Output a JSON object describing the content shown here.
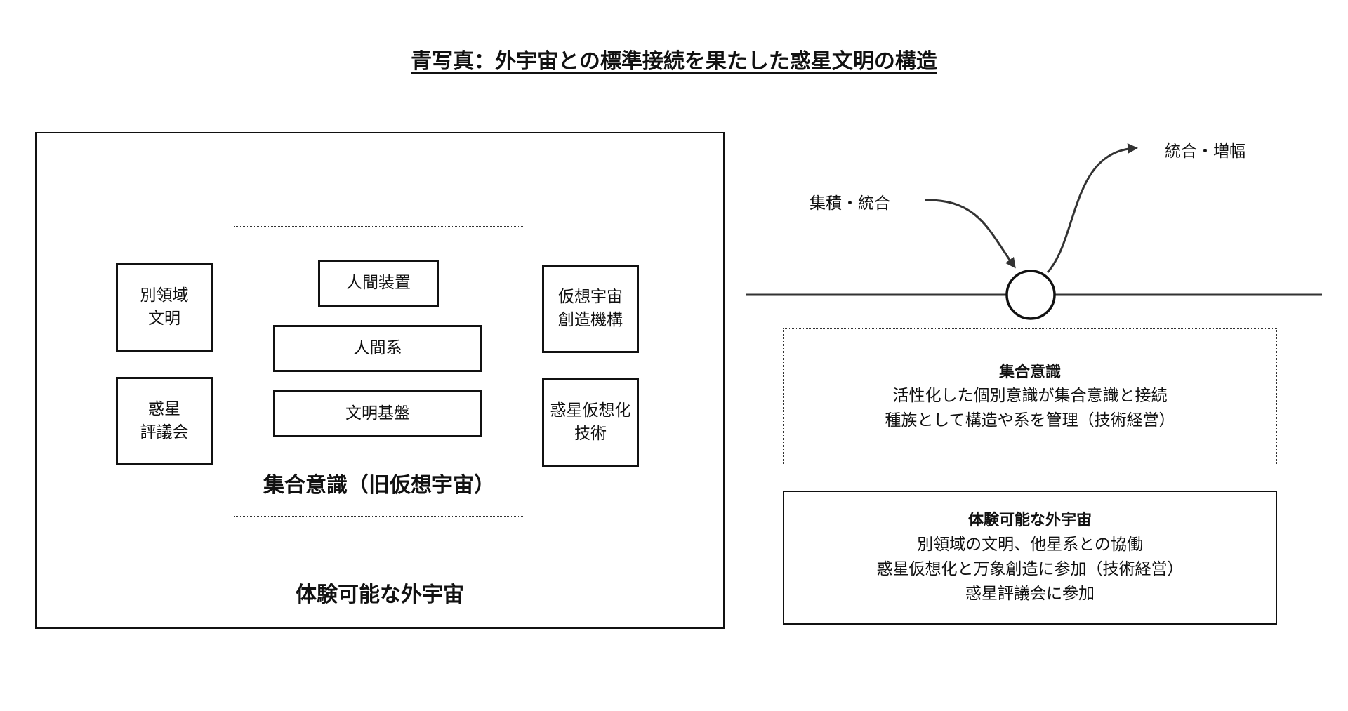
{
  "title": "青写真：外宇宙との標準接続を果たした惑星文明の構造",
  "left_diagram": {
    "outer_label": "体験可能な外宇宙",
    "inner_label": "集合意識（旧仮想宇宙）",
    "stack": {
      "top": "人間装置",
      "middle": "人間系",
      "bottom": "文明基盤"
    },
    "left_boxes": [
      {
        "lines": [
          "別領域",
          "文明"
        ]
      },
      {
        "lines": [
          "惑星",
          "評議会"
        ]
      }
    ],
    "right_boxes": [
      {
        "lines": [
          "仮想宇宙",
          "創造機構"
        ]
      },
      {
        "lines": [
          "惑星仮想化",
          "技術"
        ]
      }
    ]
  },
  "right_diagram": {
    "arrow_in_label": "集積・統合",
    "arrow_out_label": "統合・増幅",
    "collective_box": {
      "heading": "集合意識",
      "lines": [
        "活性化した個別意識が集合意識と接続",
        "種族として構造や系を管理（技術経営）"
      ]
    },
    "outer_box": {
      "heading": "体験可能な外宇宙",
      "lines": [
        "別領域の文明、他星系との協働",
        "惑星仮想化と万象創造に参加（技術経営）",
        "惑星評議会に参加"
      ]
    }
  }
}
